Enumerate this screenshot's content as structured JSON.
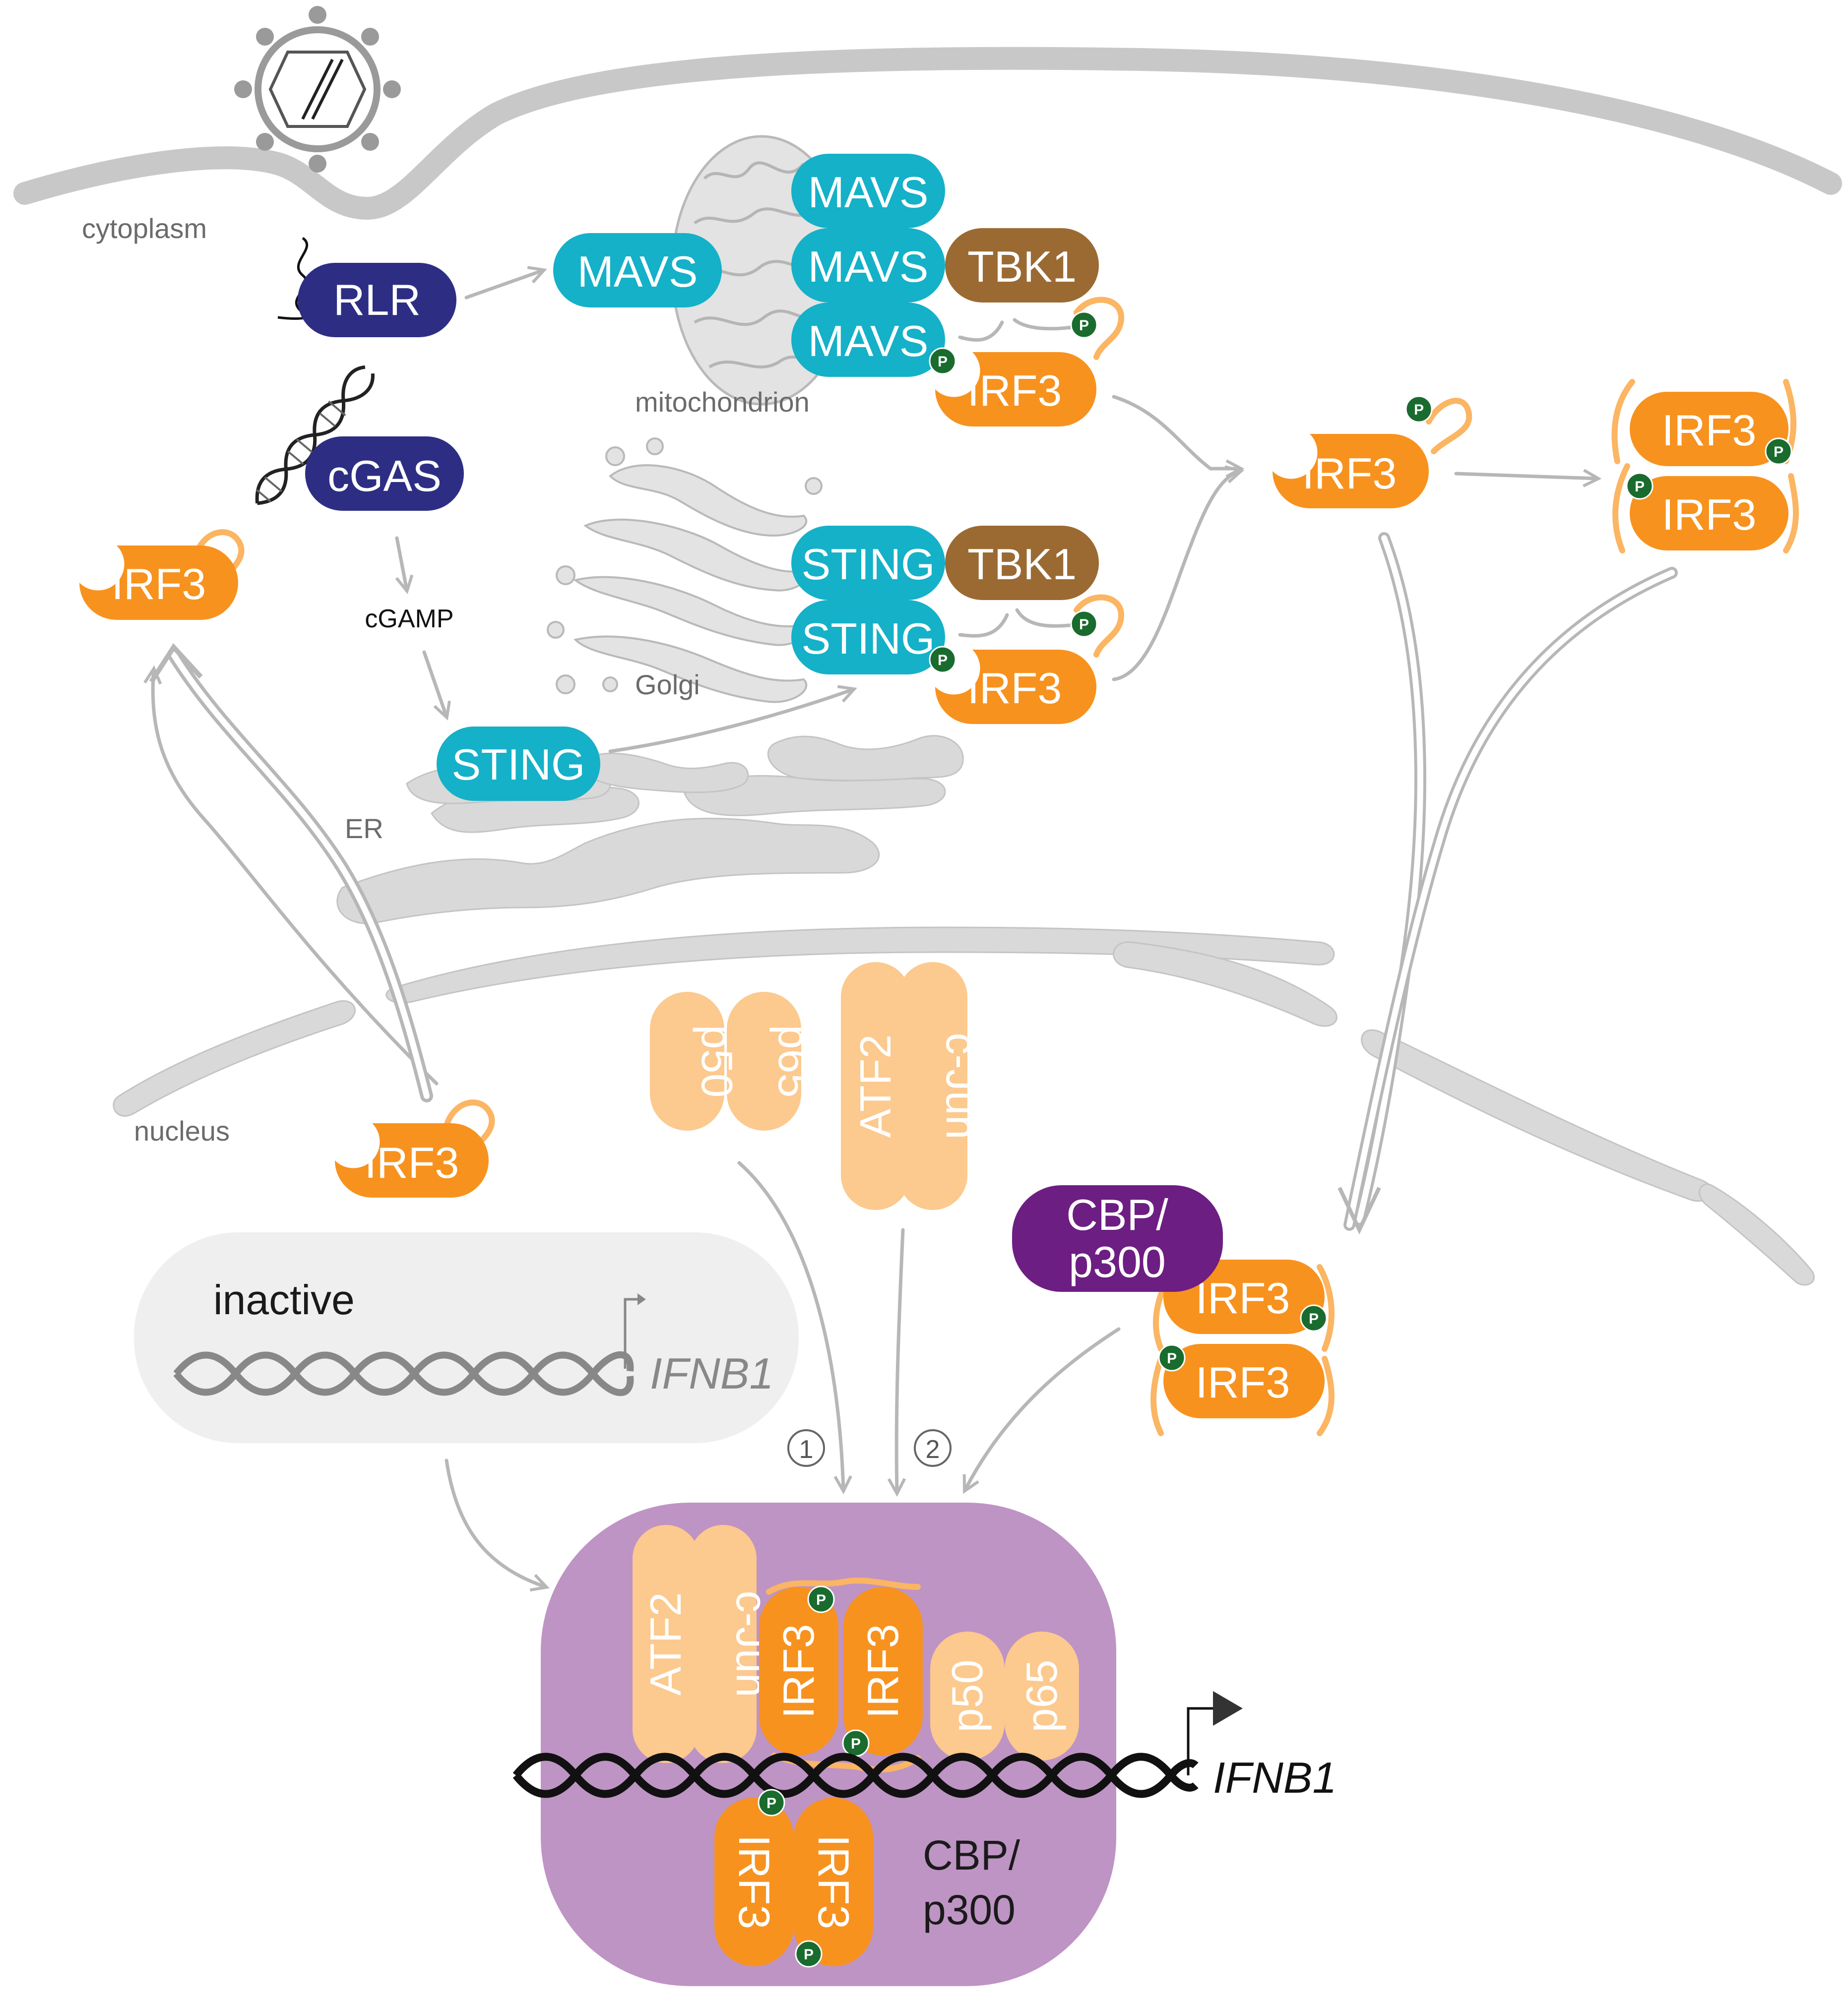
{
  "colors": {
    "rlr_cgas": "#2d2e83",
    "mavs_sting": "#14b1c8",
    "tbk1": "#9b6a33",
    "irf3": "#f7921e",
    "irf3_tail": "#fbb563",
    "light_tf": "#fcc98e",
    "cbp": "#6d1e82",
    "enhanceosome": "#be94c4",
    "phospho": "#1a6b2e",
    "membrane": "#d9d9d9",
    "arrow": "#b7b7b7"
  },
  "labels": {
    "cytoplasm": "cytoplasm",
    "mitochondrion": "mitochondrion",
    "golgi": "Golgi",
    "er": "ER",
    "nucleus": "nucleus",
    "cgamp": "cGAMP",
    "inactive": "inactive",
    "gene_inactive": "IFNB1",
    "gene_active": "IFNB1",
    "step1": "1",
    "step2": "2",
    "phospho": "P"
  },
  "proteins": {
    "rlr": "RLR",
    "cgas": "cGAS",
    "mavs_single": "MAVS",
    "mavs_stack": [
      "MAVS",
      "MAVS",
      "MAVS"
    ],
    "tbk1_mito": "TBK1",
    "irf3_mito": "IRF3",
    "sting_er": "STING",
    "sting_stack": [
      "STING",
      "STING"
    ],
    "tbk1_golgi": "TBK1",
    "irf3_golgi": "IRF3",
    "irf3_activated": "IRF3",
    "irf3_dimer": [
      "IRF3",
      "IRF3"
    ],
    "irf3_exported": "IRF3",
    "irf3_nuclear": "IRF3",
    "p50": "p50",
    "p65": "p65",
    "atf2": "ATF2",
    "cjun": "c-Jun",
    "cbp_free": "CBP/\np300",
    "cbp_free_lines": [
      "CBP/",
      "p300"
    ],
    "cbp_irf3_dimer": [
      "IRF3",
      "IRF3"
    ],
    "enh_atf2": "ATF2",
    "enh_cjun": "c-Jun",
    "enh_irf3_top": [
      "IRF3",
      "IRF3"
    ],
    "enh_p50": "p50",
    "enh_p65": "p65",
    "enh_irf3_bottom": [
      "IRF3",
      "IRF3"
    ],
    "enh_cbp_lines": [
      "CBP/",
      "p300"
    ]
  }
}
